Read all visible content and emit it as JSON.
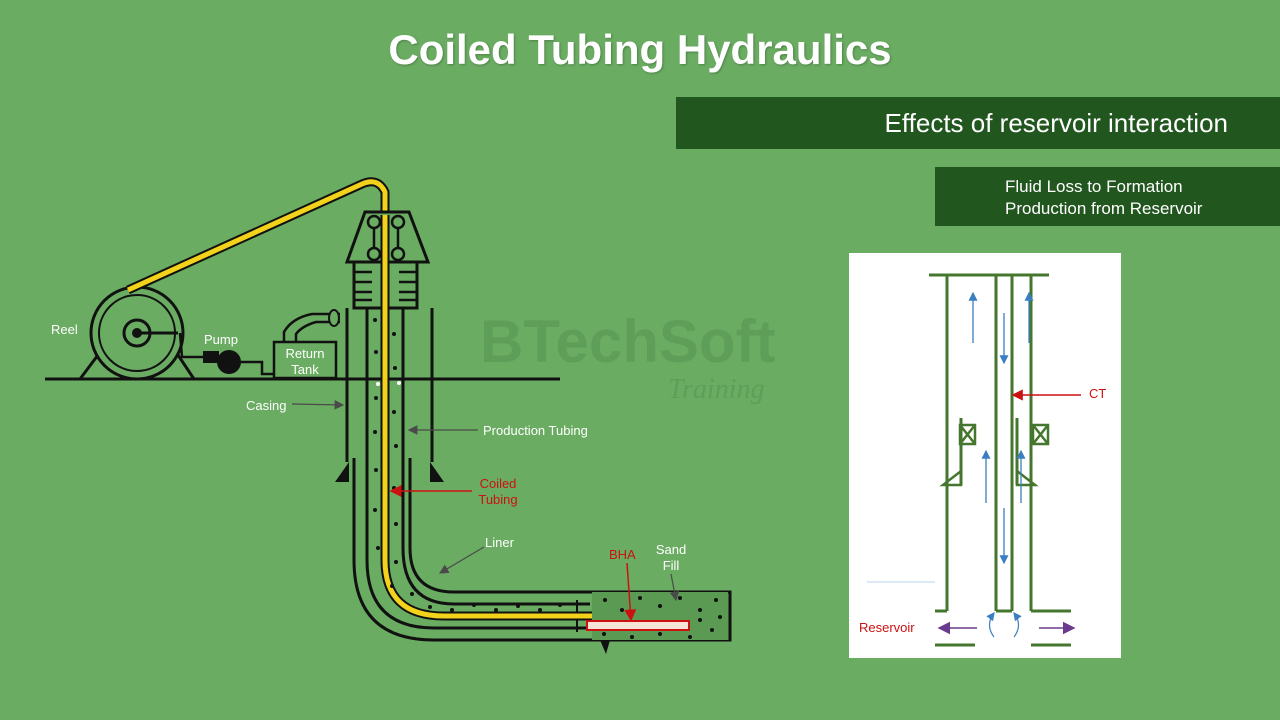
{
  "slide": {
    "title": "Coiled Tubing Hydraulics",
    "section_banner": "Effects of reservoir interaction",
    "effects": [
      "Fluid Loss to Formation",
      "Production from Reservoir"
    ]
  },
  "watermark": {
    "brand": "BTechSoft",
    "tagline": "Training"
  },
  "well_diagram": {
    "labels": {
      "reel": "Reel",
      "pump": "Pump",
      "return_tank": [
        "Return",
        "Tank"
      ],
      "casing": "Casing",
      "production_tubing": "Production Tubing",
      "coiled_tubing": [
        "Coiled",
        "Tubing"
      ],
      "liner": "Liner",
      "bha": "BHA",
      "sand_fill": [
        "Sand",
        "Fill"
      ]
    }
  },
  "flow_diagram": {
    "labels": {
      "ct": "CT",
      "reservoir": "Reservoir"
    }
  },
  "colors": {
    "background": "#6aac62",
    "banner": "#22561f",
    "coiled_tubing": "#f2d21b",
    "callout_red": "#cc1111",
    "well_outline": "#45762d",
    "flow_arrow": "#3a7fc1",
    "lateral_arrow": "#6a3a8c"
  }
}
